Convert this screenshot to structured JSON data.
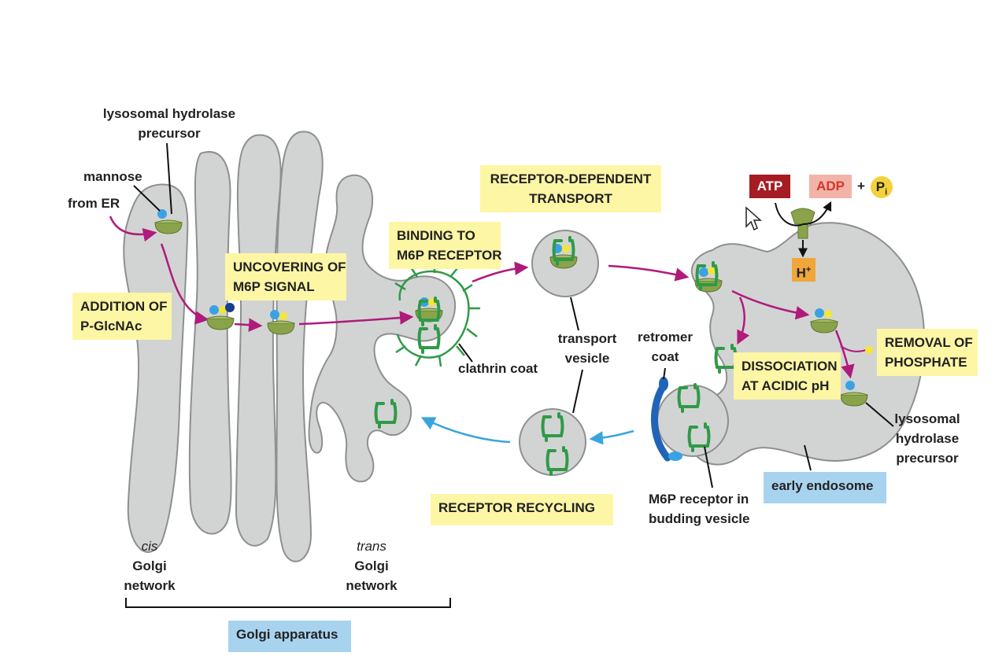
{
  "labels": {
    "hydrolase_top": [
      "lysosomal hydrolase",
      "precursor"
    ],
    "mannose": "mannose",
    "from_er": "from ER",
    "addition": [
      "ADDITION OF",
      "P-GlcNAc"
    ],
    "uncovering": [
      "UNCOVERING OF",
      "M6P SIGNAL"
    ],
    "binding": [
      "BINDING TO",
      "M6P RECEPTOR"
    ],
    "receptor_transport": [
      "RECEPTOR-DEPENDENT",
      "TRANSPORT"
    ],
    "clathrin": "clathrin coat",
    "transport_vesicle": [
      "transport",
      "vesicle"
    ],
    "retromer": [
      "retromer",
      "coat"
    ],
    "dissociation": [
      "DISSOCIATION",
      "AT ACIDIC pH"
    ],
    "removal": [
      "REMOVAL OF",
      "PHOSPHATE"
    ],
    "hydrolase_right": [
      "lysosomal",
      "hydrolase",
      "precursor"
    ],
    "early_endosome": "early endosome",
    "m6p_budding": [
      "M6P receptor in",
      "budding vesicle"
    ],
    "receptor_recycling": "RECEPTOR RECYCLING",
    "cis": [
      "cis",
      "Golgi",
      "network"
    ],
    "trans": [
      "trans",
      "Golgi",
      "network"
    ],
    "golgi_apparatus": "Golgi apparatus",
    "atp": "ATP",
    "adp": "ADP",
    "plus": "+",
    "pi": "P",
    "pi_sub": "i",
    "hplus": "H",
    "hplus_sup": "+"
  },
  "colors": {
    "organelle": "#d2d4d3",
    "organelle_edge": "#8e908f",
    "arrow_magenta": "#b01a7c",
    "arrow_blue": "#3aa5dc",
    "receptor_green": "#2f9a47",
    "hydrolase_green": "#8aa34b",
    "mannose_blue": "#3aa2e4",
    "phosphate_yellow": "#f3e733",
    "glcnac_navy": "#1a3d8f",
    "retromer_blue": "#1f64b8",
    "atp_red": "#a51d23",
    "adp_pink": "#f3b3a8",
    "hplus_orange": "#f0a63a",
    "label_yellow": "#fdf6a5",
    "label_blue": "#a8d3ef"
  }
}
